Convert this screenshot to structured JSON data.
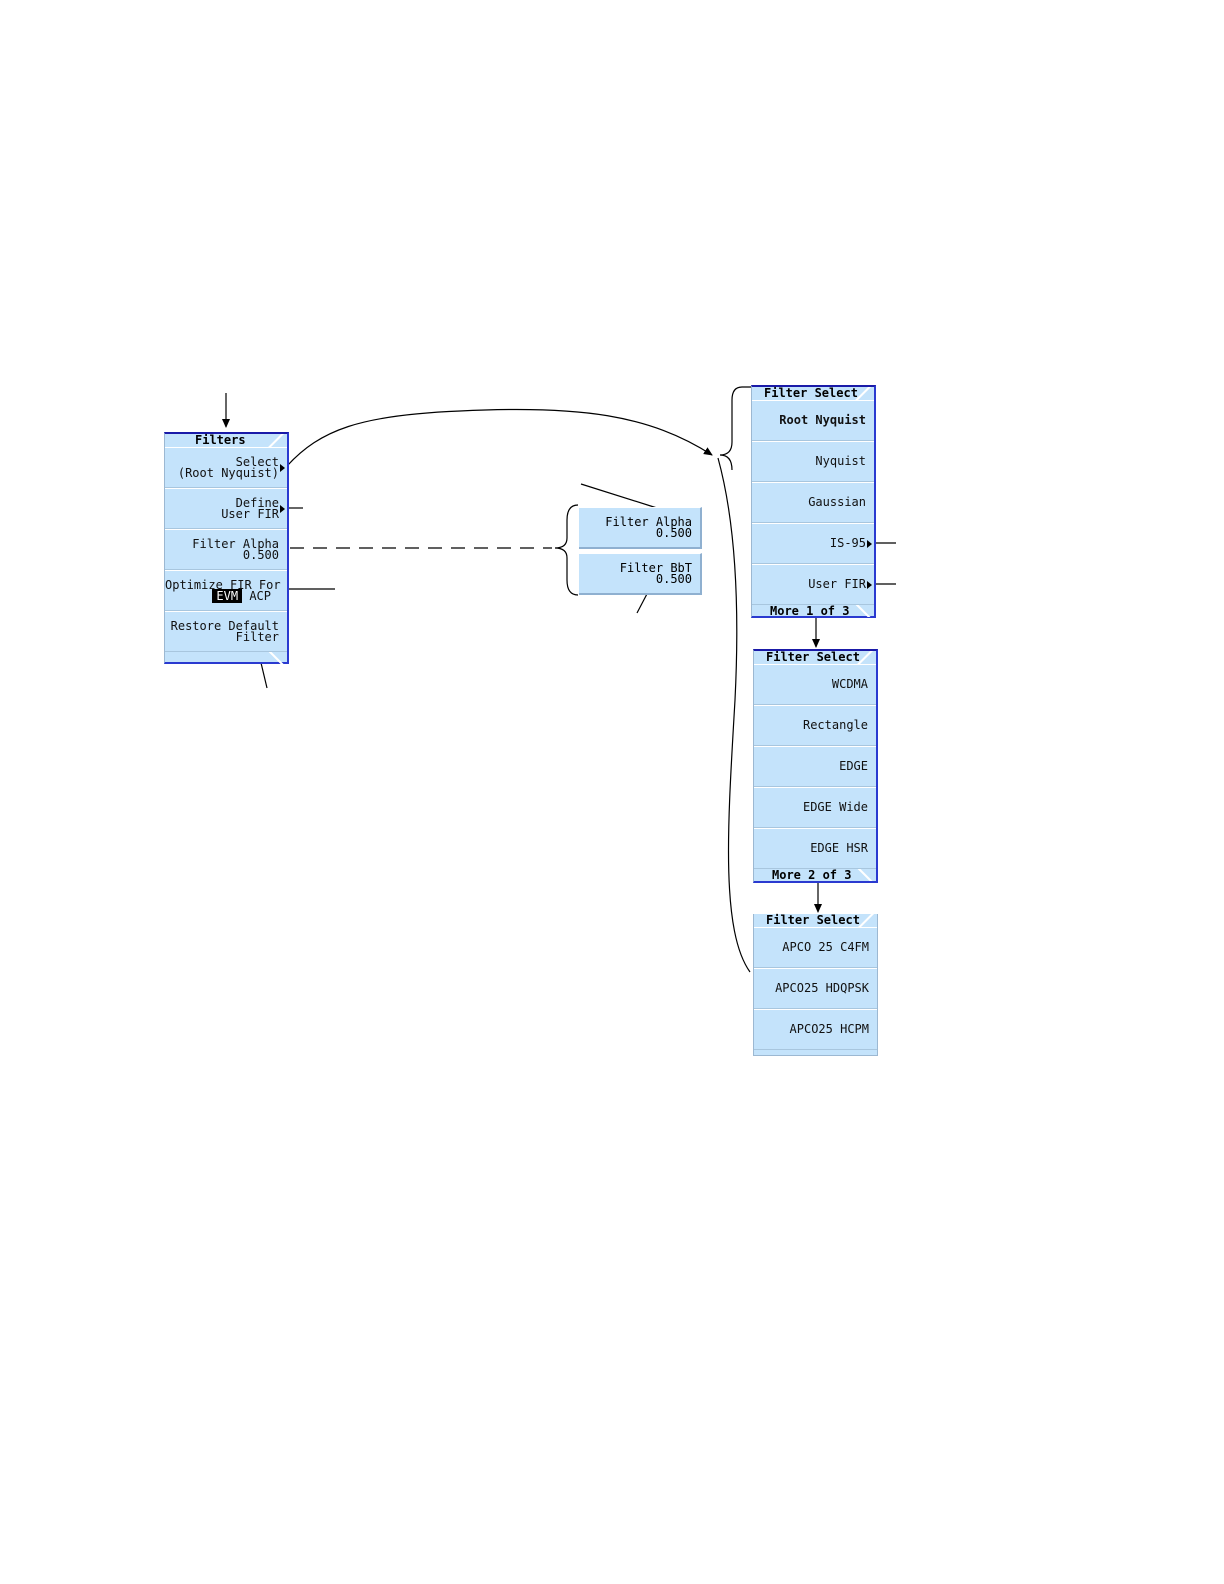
{
  "filters_menu": {
    "title": "Filters",
    "keys": [
      {
        "line1": "Select",
        "line2": "(Root Nyquist)"
      },
      {
        "line1": "Define",
        "line2": "User FIR"
      },
      {
        "line1": "Filter Alpha",
        "line2": "0.500"
      },
      {
        "line1": "Optimize FIR For",
        "evm": "EVM",
        "acp": "ACP"
      },
      {
        "line1": "Restore Default",
        "line2": "Filter"
      }
    ]
  },
  "alt_keys": [
    {
      "line1": "Filter Alpha",
      "line2": "0.500"
    },
    {
      "line1": "Filter BbT",
      "line2": "0.500"
    }
  ],
  "filter_select_1": {
    "title": "Filter Select",
    "keys": [
      "Root Nyquist",
      "Nyquist",
      "Gaussian",
      "IS-95",
      "User FIR"
    ],
    "footer": "More 1 of 3"
  },
  "filter_select_2": {
    "title": "Filter Select",
    "keys": [
      "WCDMA",
      "Rectangle",
      "EDGE",
      "EDGE Wide",
      "EDGE HSR"
    ],
    "footer": "More 2 of 3"
  },
  "filter_select_3": {
    "title": "Filter Select",
    "keys": [
      "APCO 25 C4FM",
      "APCO25 HDQPSK",
      "APCO25 HCPM"
    ]
  }
}
